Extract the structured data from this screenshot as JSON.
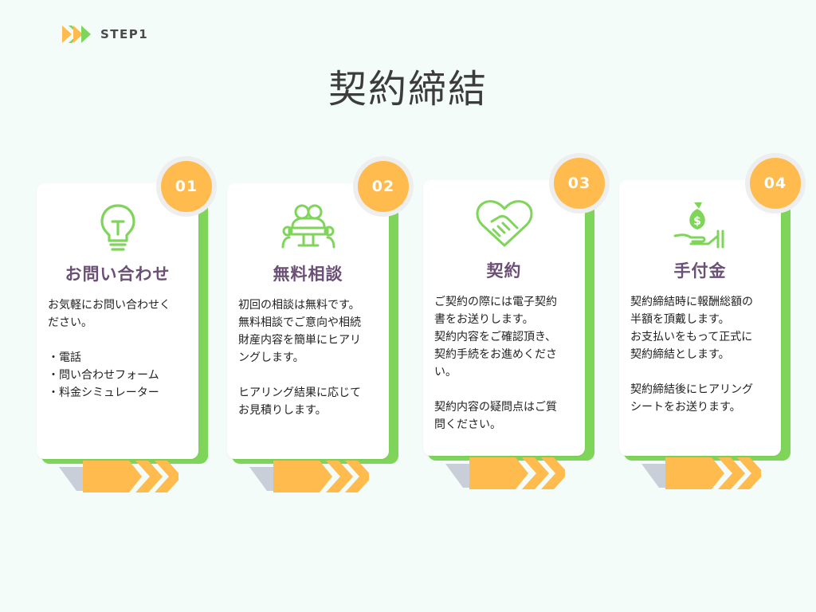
{
  "header": {
    "logo_text": "STEP1",
    "title": "契約締結"
  },
  "colors": {
    "accent_green": "#7fd55a",
    "badge_orange": "#ffbb4d",
    "title_purple": "#6b4f76"
  },
  "steps": [
    {
      "number": "01",
      "icon": "lightbulb-icon",
      "title": "お問い合わせ",
      "lines": [
        "お気軽にお問い合わせく",
        "ださい。",
        "",
        "・電話",
        "・問い合わせフォーム",
        "・料金シミュレーター"
      ]
    },
    {
      "number": "02",
      "icon": "meeting-icon",
      "title": "無料相談",
      "lines": [
        "初回の相談は無料です。",
        "無料相談でご意向や相続",
        "財産内容を簡単にヒアリ",
        "ングします。",
        "",
        "ヒアリング結果に応じて",
        "お見積りします。"
      ]
    },
    {
      "number": "03",
      "icon": "handshake-heart-icon",
      "title": "契約",
      "lines": [
        "ご契約の際には電子契約",
        "書をお送りします。",
        "契約内容をご確認頂き、",
        "契約手続をお進めくださ",
        "い。",
        "",
        "契約内容の疑問点はご質",
        "問ください。"
      ]
    },
    {
      "number": "04",
      "icon": "money-hand-icon",
      "title": "手付金",
      "lines": [
        "契約締結時に報酬総額の",
        "半額を頂戴します。",
        "お支払いをもって正式に",
        "契約締結とします。",
        "",
        "契約締結後にヒアリング",
        "シートをお送ります。"
      ]
    }
  ]
}
